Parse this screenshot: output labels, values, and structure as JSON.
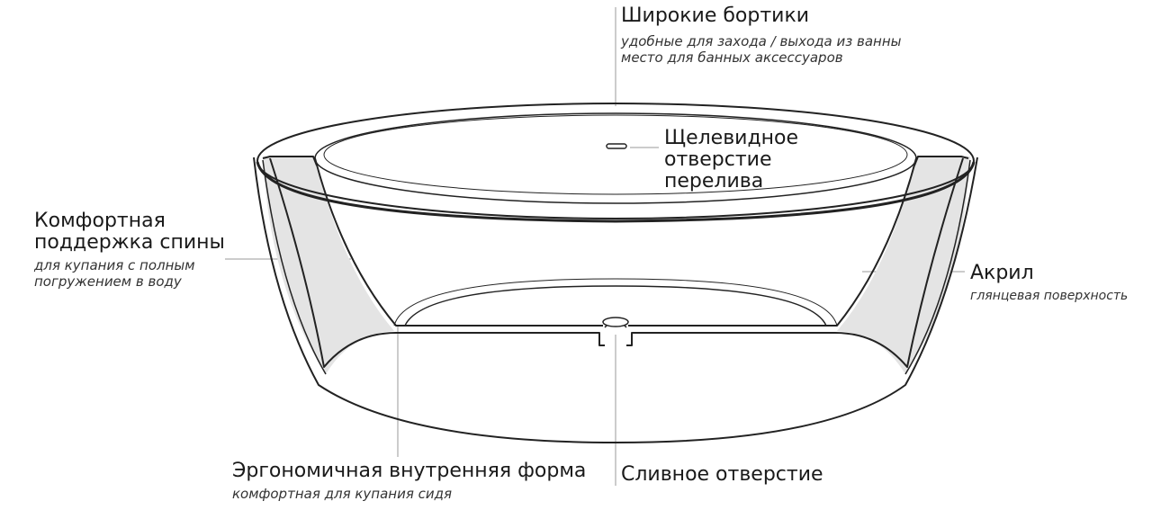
{
  "labels": {
    "wide_rims": {
      "title": "Широкие бортики",
      "sub_1": "удобные для захода / выхода из ванны",
      "sub_2": "место для банных аксессуаров"
    },
    "overflow": {
      "line_1": "Щелевидное",
      "line_2": "отверстие",
      "line_3": "перелива"
    },
    "back_support": {
      "line_1": "Комфортная",
      "line_2": "поддержка спины",
      "sub_1": "для купания с полным",
      "sub_2": "погружением в воду"
    },
    "acrylic": {
      "title": "Акрил",
      "sub": "глянцевая поверхность"
    },
    "ergonomic": {
      "title": "Эргономичная внутренняя форма",
      "sub": "комфортная для купания сидя"
    },
    "drain": {
      "title": "Сливное отверстие"
    }
  },
  "colors": {
    "outline": "#222222",
    "leader": "#999999",
    "wall_fill": "#e4e4e4",
    "background": "#ffffff"
  }
}
